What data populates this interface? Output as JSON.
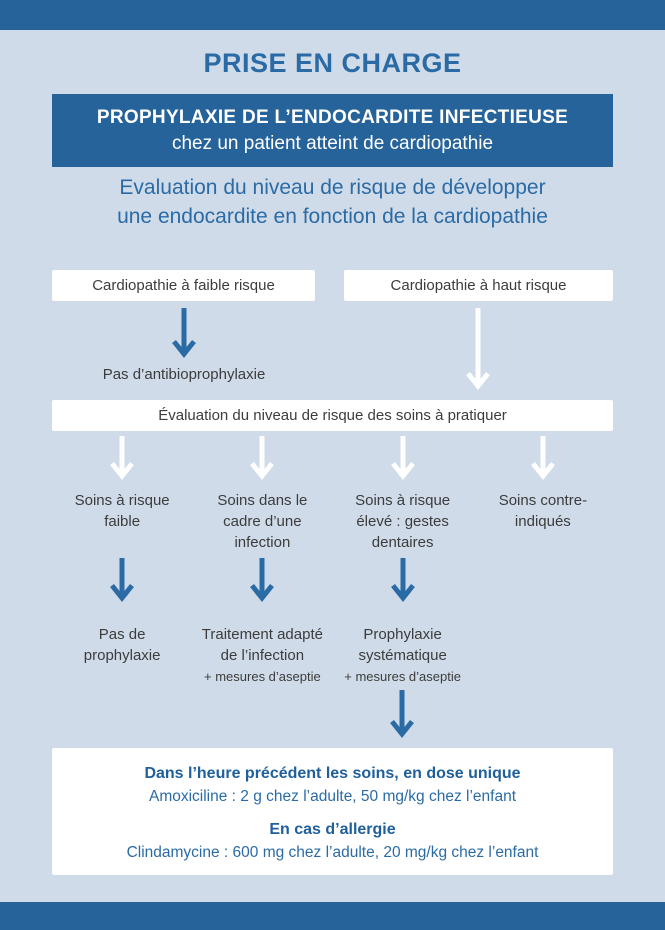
{
  "title": "PRISE EN CHARGE",
  "header": {
    "line1": "PROPHYLAXIE DE L’ENDOCARDITE INFECTIEUSE",
    "line2": "chez un patient atteint de cardiopathie"
  },
  "subtitle": {
    "line1": "Evaluation du niveau de risque de développer",
    "line2": "une endocardite en fonction de la cardiopathie"
  },
  "risk_boxes": {
    "low": "Cardiopathie à faible risque",
    "high": "Cardiopathie à haut risque"
  },
  "no_antibioprophylaxis": "Pas d’antibioprophylaxie",
  "care_evaluation": "Évaluation du niveau de risque des soins à pratiquer",
  "branches": [
    {
      "label": "Soins à risque faible",
      "outcome": "Pas de prophylaxie",
      "note": ""
    },
    {
      "label": "Soins dans le cadre d’une infection",
      "outcome": "Traitement adapté de l’infection",
      "note": "+ mesures d’aseptie"
    },
    {
      "label": "Soins à risque élevé : gestes dentaires",
      "outcome": "Prophylaxie systématique",
      "note": "+ mesures d’aseptie"
    },
    {
      "label": "Soins contre-indiqués",
      "outcome": "",
      "note": ""
    }
  ],
  "dosage": {
    "heading1": "Dans l’heure précédent les soins, en dose unique",
    "line1": "Amoxiciline : 2 g chez l’adulte, 50 mg/kg chez l’enfant",
    "heading2": "En cas d’allergie",
    "line2": "Clindamycine : 600 mg chez l’adulte, 20 mg/kg chez l’enfant"
  },
  "colors": {
    "background": "#cfdbe9",
    "bar_blue": "#26639b",
    "accent_blue": "#2b6ba5",
    "heading_blue": "#1f5f9c",
    "text_dark": "#3c3c3c",
    "box_white": "#ffffff"
  }
}
